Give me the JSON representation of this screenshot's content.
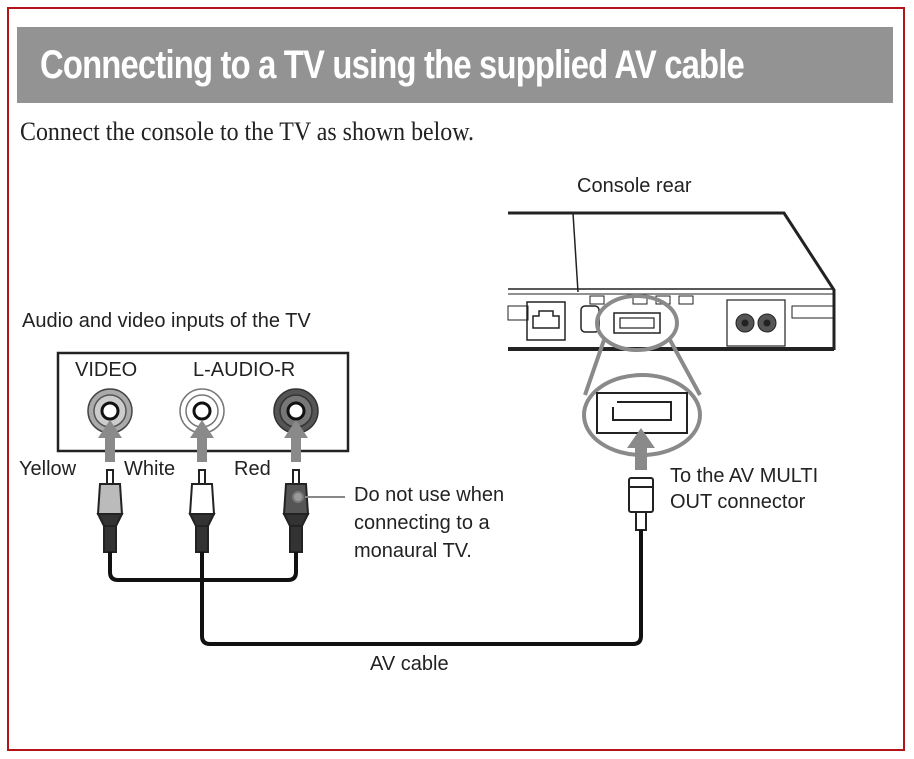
{
  "page": {
    "title": "Connecting to a TV using the supplied AV cable",
    "intro": "Connect the console to the TV as shown below."
  },
  "colors": {
    "frame_border": "#b3151b",
    "banner_bg": "#939393",
    "banner_text": "#ffffff",
    "arrow_gray": "#8a8a8a"
  },
  "diagram": {
    "console_label": "Console rear",
    "tv_inputs_label": "Audio and video inputs of the TV",
    "jack_labels": {
      "video": "VIDEO",
      "audio": "L-AUDIO-R"
    },
    "plug_colors": [
      "Yellow",
      "White",
      "Red"
    ],
    "monaural_note": [
      "Do not use when",
      "connecting to a",
      "monaural TV."
    ],
    "av_multi_out_note": [
      "To the AV MULTI",
      "OUT connector"
    ],
    "cable_label": "AV cable"
  }
}
